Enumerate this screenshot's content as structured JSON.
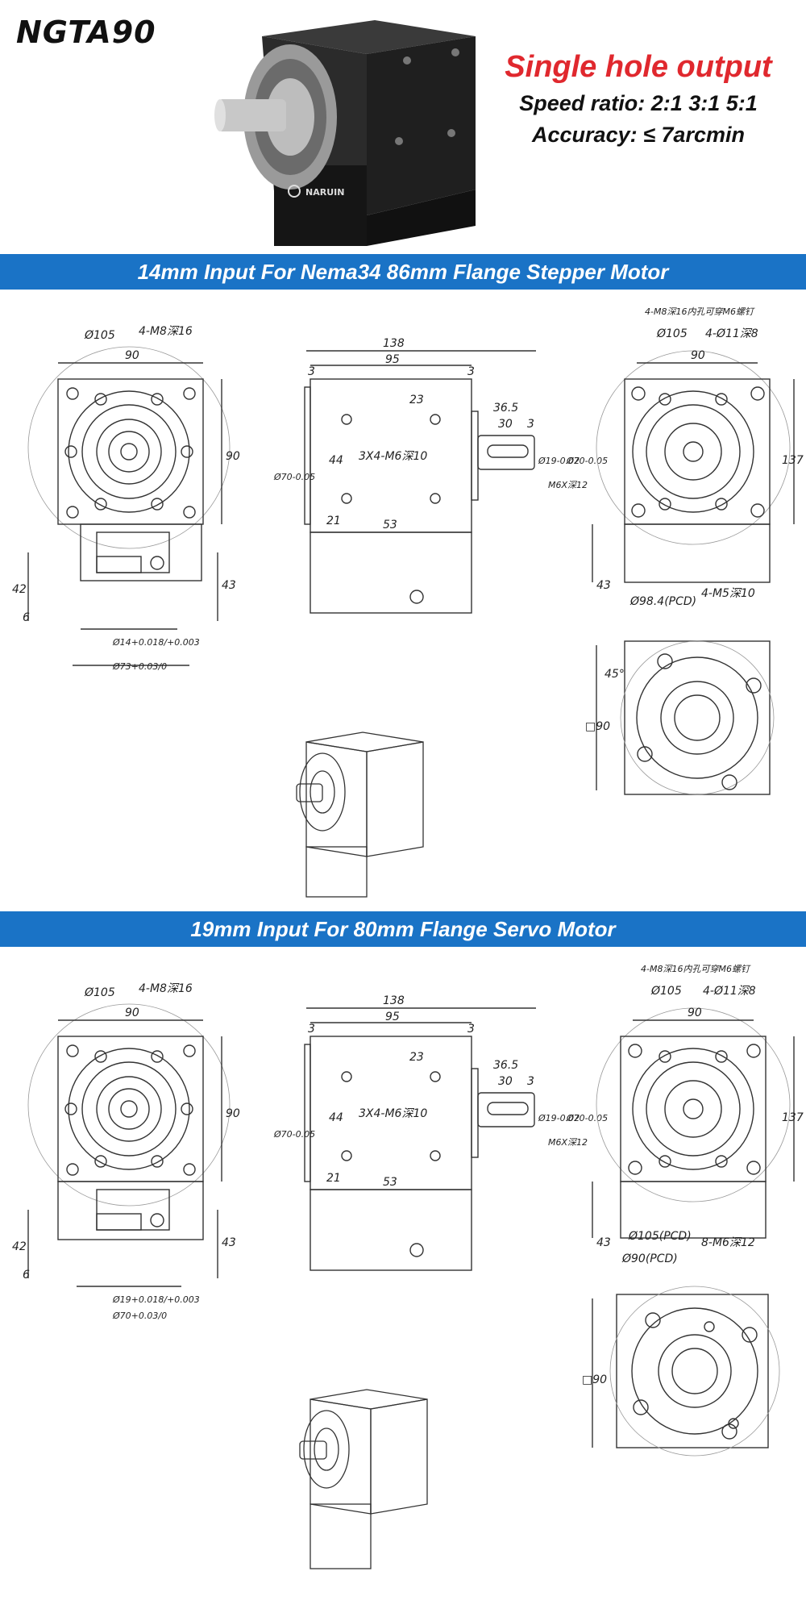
{
  "header": {
    "model": "NGTA90",
    "brand": "NARUIN",
    "tagline": "Single hole output",
    "speed_ratio": "Speed ratio: 2:1  3:1  5:1",
    "accuracy": "Accuracy: ≤ 7arcmin"
  },
  "colors": {
    "banner": "#1a73c6",
    "tagline": "#e0282e"
  },
  "sections": [
    {
      "banner": "14mm Input For Nema34 86mm Flange Stepper Motor",
      "front": {
        "d105": "Ø105",
        "m8": "4-M8深16",
        "w90": "90",
        "h90": "90",
        "h42": "42",
        "h43": "43",
        "s6": "6",
        "bore": "Ø14+0.018/+0.003",
        "flange": "Ø73+0.03/0"
      },
      "side": {
        "l138": "138",
        "l95": "95",
        "s3a": "3",
        "s3b": "3",
        "d23": "23",
        "d44": "44",
        "d21": "21",
        "d53": "53",
        "m6": "3X4-M6深10",
        "d70": "Ø70-0.05",
        "l36": "36.5",
        "l30": "30",
        "l3": "3",
        "d19": "Ø19-0.02",
        "d70r": "Ø70-0.05",
        "m6x": "M6X深12"
      },
      "right": {
        "top_note": "4-M8深16内孔可穿M6螺钉",
        "d105": "Ø105",
        "d11": "4-Ø11深8",
        "w90": "90",
        "h137": "137",
        "h43": "43",
        "pcd": "Ø98.4(PCD)",
        "m5": "4-M5深10",
        "ang": "45°",
        "sq90": "□90"
      }
    },
    {
      "banner": "19mm Input For 80mm Flange Servo Motor",
      "front": {
        "d105": "Ø105",
        "m8": "4-M8深16",
        "w90": "90",
        "h90": "90",
        "h42": "42",
        "h43": "43",
        "s6": "6",
        "bore": "Ø19+0.018/+0.003",
        "flange": "Ø70+0.03/0"
      },
      "side": {
        "l138": "138",
        "l95": "95",
        "s3a": "3",
        "s3b": "3",
        "d23": "23",
        "d44": "44",
        "d21": "21",
        "d53": "53",
        "m6": "3X4-M6深10",
        "d70": "Ø70-0.05",
        "l36": "36.5",
        "l30": "30",
        "l3": "3",
        "d19": "Ø19-0.02",
        "d70r": "Ø70-0.05",
        "m6x": "M6X深12"
      },
      "right": {
        "top_note": "4-M8深16内孔可穿M6螺钉",
        "d105": "Ø105",
        "d11": "4-Ø11深8",
        "w90": "90",
        "h137": "137",
        "h43": "43",
        "pcd": "Ø105(PCD)",
        "pcd2": "Ø90(PCD)",
        "m5": "8-M6深12",
        "sq90": "□90"
      }
    }
  ]
}
